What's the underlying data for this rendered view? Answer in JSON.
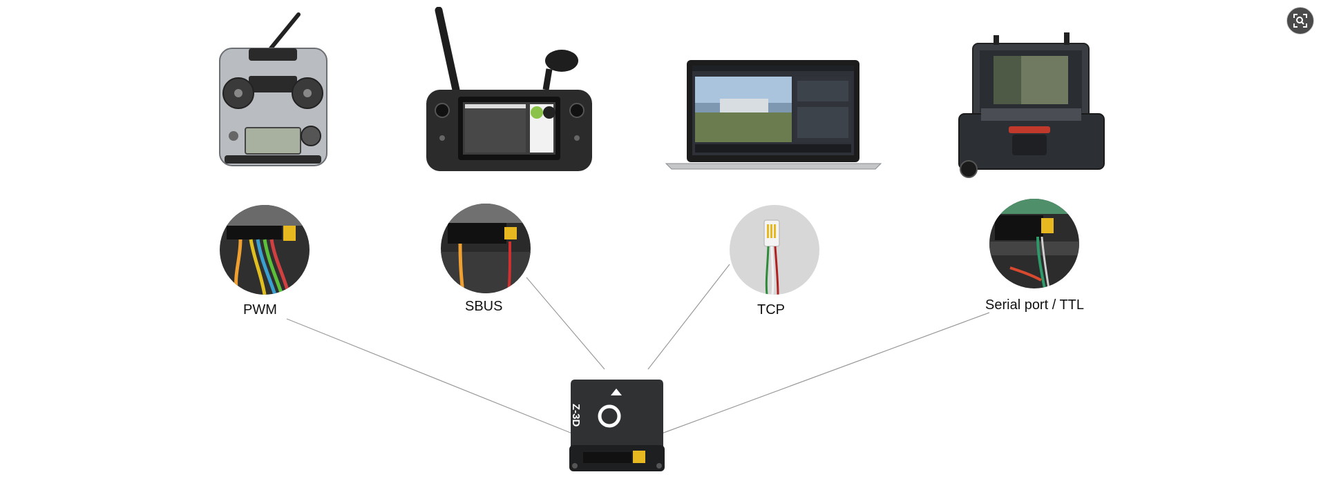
{
  "interfaces": [
    {
      "id": "pwm",
      "label": "PWM"
    },
    {
      "id": "sbus",
      "label": "SBUS"
    },
    {
      "id": "tcp",
      "label": "TCP"
    },
    {
      "id": "serial",
      "label": "Serial port / TTL"
    }
  ],
  "controller": {
    "model": "Z-3D"
  },
  "toolbar": {
    "lens_icon": "visual-search-icon"
  },
  "colors": {
    "device_body": "#2b2b2b",
    "line": "#9a9a9a",
    "connector_yellow": "#e8b820"
  }
}
